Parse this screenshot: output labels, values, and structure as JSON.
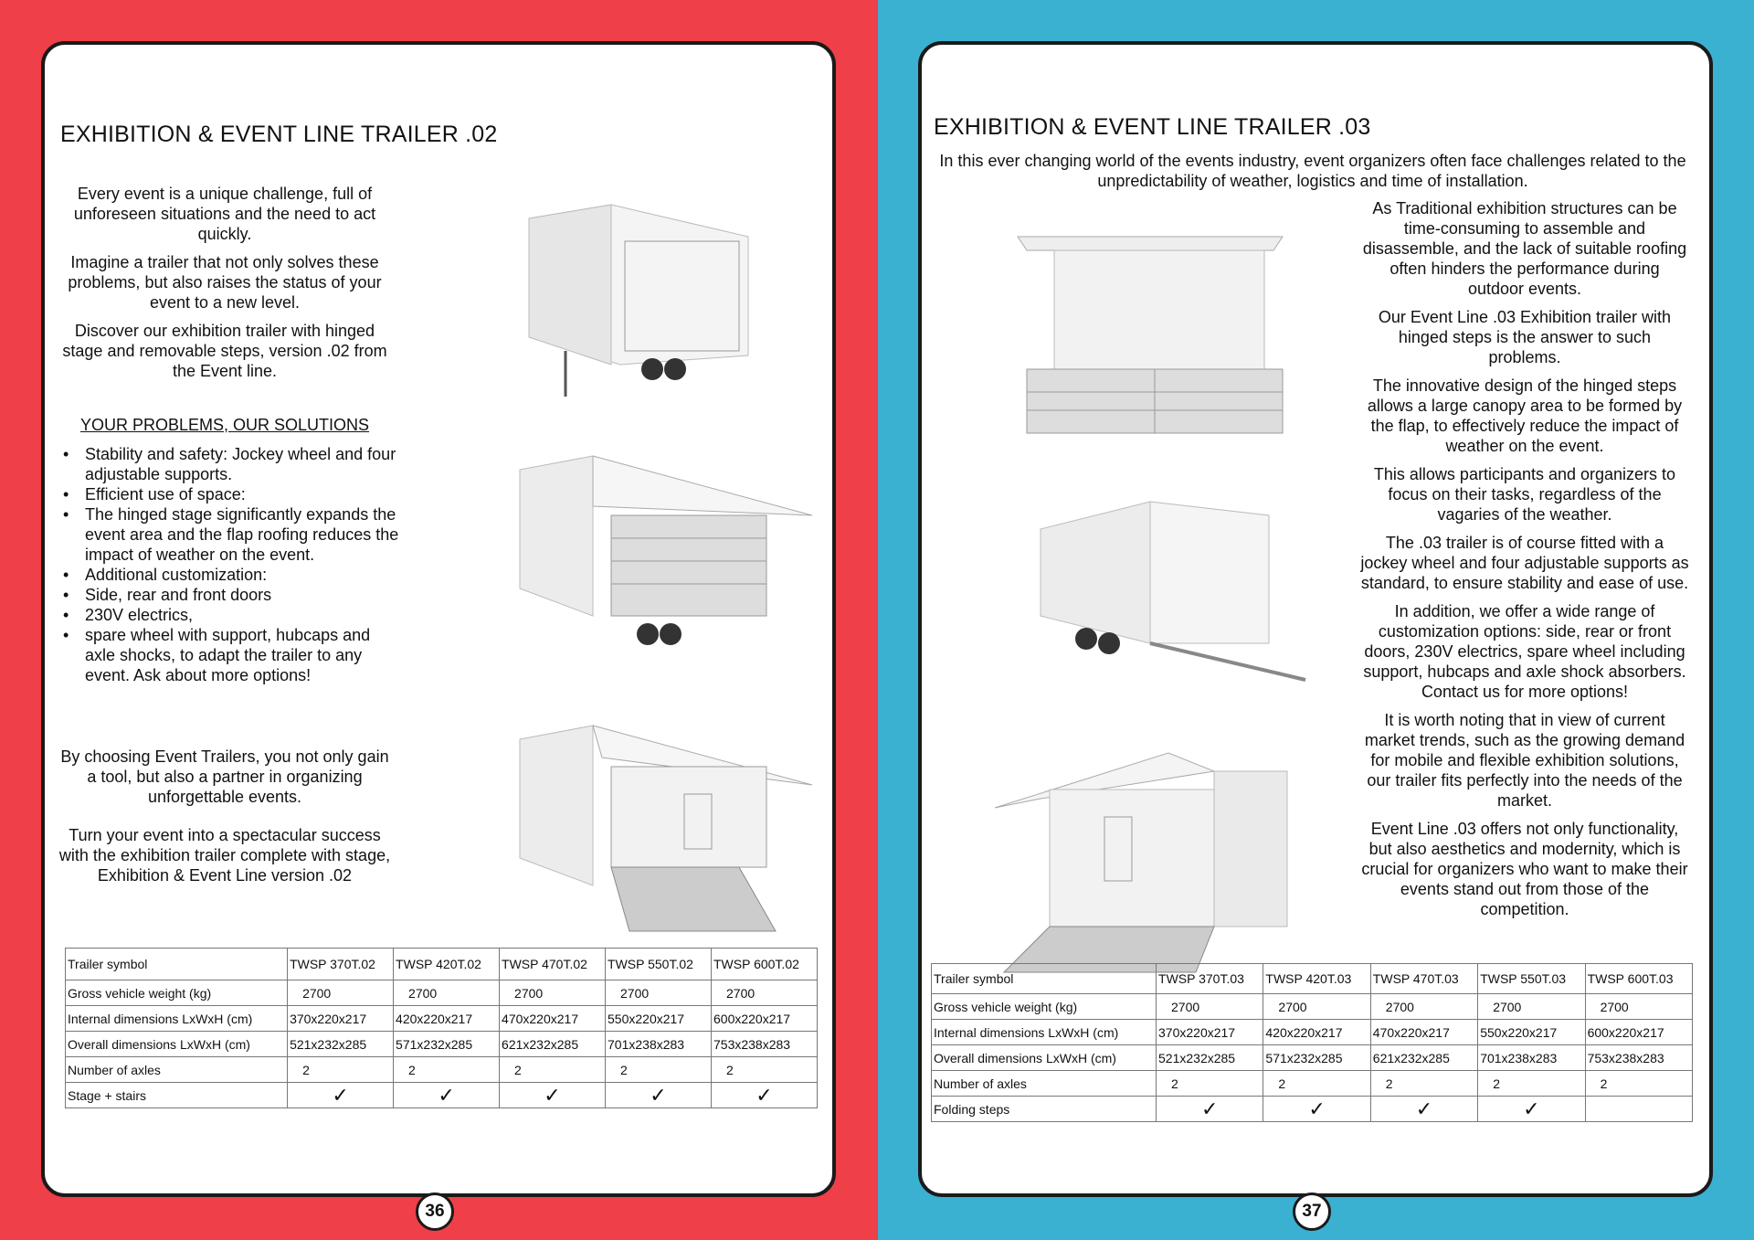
{
  "colors": {
    "left_bg": "#ef3f48",
    "right_bg": "#3bb1d2"
  },
  "left": {
    "title": "EXHIBITION & EVENT LINE TRAILER .02",
    "intro": [
      "Every event is a unique challenge, full of unforeseen situations and the need to act quickly.",
      "Imagine a trailer that not only solves these problems, but also raises the status of your event to a new level.",
      "Discover our exhibition trailer with hinged stage and removable steps, version .02 from the Event line."
    ],
    "subheading": "YOUR PROBLEMS, OUR SOLUTIONS",
    "bullets": [
      "Stability and safety: Jockey wheel and four adjustable supports.",
      "Efficient use of space:",
      "The hinged stage significantly expands the event area and the flap roofing reduces the impact of weather on the event.",
      "Additional customization:",
      "Side, rear and front doors",
      "230V electrics,",
      "spare wheel with support, hubcaps and axle shocks, to adapt the trailer to any event. Ask about more options!"
    ],
    "closing": [
      "By choosing Event Trailers, you not only gain a tool, but also a partner in organizing unforgettable events.",
      "Turn your event into a spectacular success with the exhibition trailer complete with stage, Exhibition & Event Line  version .02"
    ],
    "table": {
      "rows": [
        [
          "Trailer  symbol",
          "TWSP 370T.02",
          "TWSP 420T.02",
          "TWSP 470T.02",
          "TWSP 550T.02",
          "TWSP 600T.02"
        ],
        [
          "Gross  vehicle  weight  (kg)",
          "2700",
          "2700",
          "2700",
          "2700",
          "2700"
        ],
        [
          "Internal dimensions LxWxH  (cm)",
          "370x220x217",
          "420x220x217",
          "470x220x217",
          "550x220x217",
          "600x220x217"
        ],
        [
          "Overall  dimensions LxWxH  (cm)",
          "521x232x285",
          "571x232x285",
          "621x232x285",
          "701x238x283",
          "753x238x283"
        ],
        [
          "Number  of axles",
          "2",
          "2",
          "2",
          "2",
          "2"
        ],
        [
          "Stage  +  stairs",
          "✓",
          "✓",
          "✓",
          "✓",
          "✓"
        ]
      ]
    },
    "page_number": "36"
  },
  "right": {
    "title": "EXHIBITION & EVENT LINE TRAILER .03",
    "intro": "In this ever changing world of the events industry, event organizers often face challenges related to the unpredictability of weather, logistics and time of installation.",
    "paragraphs": [
      "As Traditional exhibition structures can be time-consuming to assemble and disassemble, and the lack of suitable roofing often hinders the performance during outdoor events.",
      "Our Event Line .03 Exhibition trailer with hinged steps is the answer to such problems.",
      "The innovative design of the hinged steps allows a large canopy area to be formed by the flap, to effectively reduce the impact of weather on the event.",
      "This allows participants and organizers to focus on their tasks, regardless of the vagaries of the weather.",
      "The .03 trailer is of course fitted with a jockey wheel and four adjustable supports as standard, to ensure stability and ease of use.",
      "In addition, we offer a wide range of customization options: side, rear or front doors, 230V electrics, spare wheel including support, hubcaps and axle shock absorbers. Contact us for more options!",
      "It is worth noting that in view of current market trends, such as the growing demand for mobile and flexible exhibition solutions, our trailer fits perfectly into the needs of the market.",
      "Event Line .03 offers not only functionality, but also aesthetics and modernity, which is crucial for organizers who want to make their events stand out from those of the competition."
    ],
    "table": {
      "rows": [
        [
          "Trailer  symbol",
          "TWSP 370T.03",
          "TWSP 420T.03",
          "TWSP 470T.03",
          "TWSP 550T.03",
          "TWSP 600T.03"
        ],
        [
          "Gross  vehicle  weight  (kg)",
          "2700",
          "2700",
          "2700",
          "2700",
          "2700"
        ],
        [
          "Internal dimensions LxWxH  (cm)",
          "370x220x217",
          "420x220x217",
          "470x220x217",
          "550x220x217",
          "600x220x217"
        ],
        [
          "Overall  dimensions LxWxH  (cm)",
          "521x232x285",
          "571x232x285",
          "621x232x285",
          "701x238x283",
          "753x238x283"
        ],
        [
          "Number  of axles",
          "2",
          "2",
          "2",
          "2",
          "2"
        ],
        [
          "Folding steps",
          "✓",
          "✓",
          "✓",
          "✓",
          ""
        ]
      ]
    },
    "page_number": "37"
  }
}
